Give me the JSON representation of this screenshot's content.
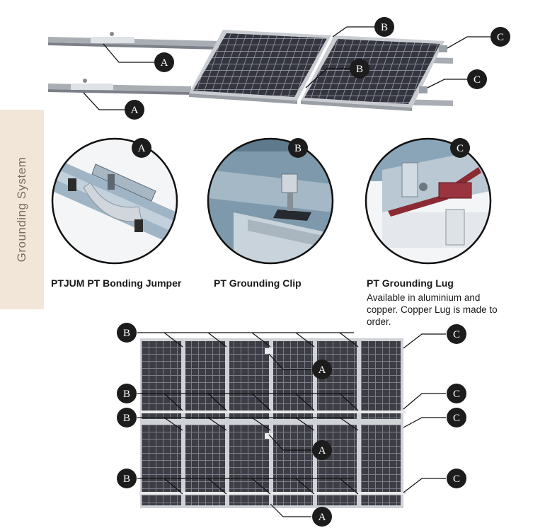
{
  "sidebar": {
    "title": "Grounding System"
  },
  "callout_letters": {
    "a": "A",
    "b": "B",
    "c": "C"
  },
  "products": [
    {
      "title": "PTJUM PT Bonding Jumper",
      "letter": "A"
    },
    {
      "title": "PT Grounding Clip",
      "letter": "B"
    },
    {
      "title": "PT Grounding Lug",
      "letter": "C",
      "description": "Available in aluminium and copper. Copper Lug is made to order."
    }
  ],
  "colors": {
    "tab_bg": "#f2e6d9",
    "callout": "#1c1c1c",
    "panel": "#3d3d44",
    "frame": "#c9ccd1"
  }
}
